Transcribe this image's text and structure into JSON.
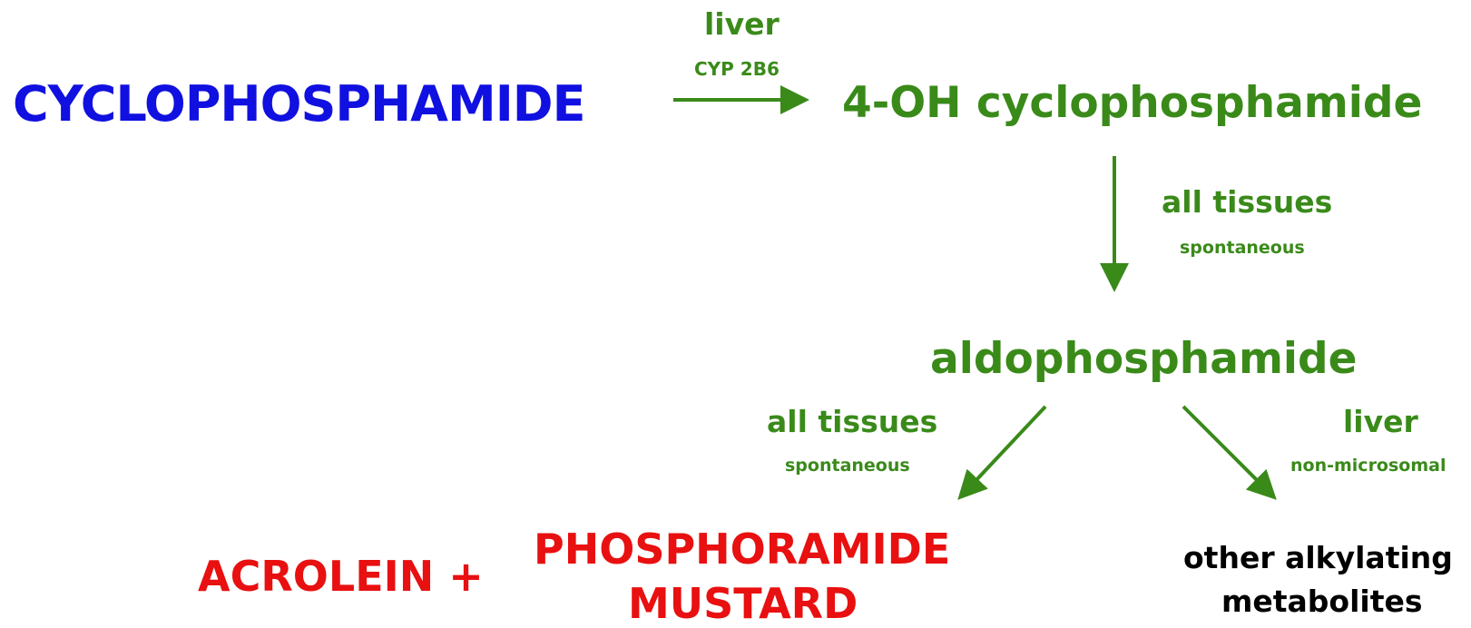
{
  "nodes": {
    "cyclophosphamide": "CYCLOPHOSPHAMIDE",
    "hydroxy": "4-OH cyclophosphamide",
    "aldophosphamide": "aldophosphamide",
    "acrolein": "ACROLEIN +",
    "phosphoramide_line1": "PHOSPHORAMIDE",
    "phosphoramide_line2": "MUSTARD",
    "other_line1": "other alkylating",
    "other_line2": "metabolites"
  },
  "edges": {
    "step1_site": "liver",
    "step1_enzyme": "CYP 2B6",
    "step2_site": "all tissues",
    "step2_mode": "spontaneous",
    "step3_site": "all tissues",
    "step3_mode": "spontaneous",
    "step4_site": "liver",
    "step4_mode": "non-microsomal"
  },
  "colors": {
    "parent": "#1010e0",
    "metabolite": "#3a8a1a",
    "toxic": "#e81010",
    "other": "#000000"
  }
}
